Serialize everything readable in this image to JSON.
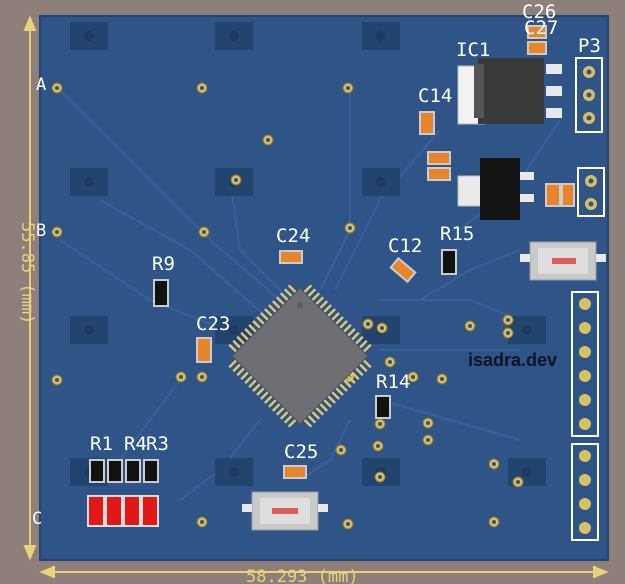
{
  "board": {
    "watermark": "isadra.dev",
    "dimension_width": "58.293 (mm)",
    "dimension_height": "55.85 (mm)",
    "edge_letters": {
      "top": "A",
      "middle": "B",
      "bottom": "C"
    }
  },
  "designators": {
    "ic1": "IC1",
    "p3": "P3",
    "c26": "C26",
    "c27": "C27",
    "c14": "C14",
    "c12": "C12",
    "c24": "C24",
    "c23": "C23",
    "c25": "C25",
    "r9": "R9",
    "r15": "R15",
    "r14": "R14",
    "r1": "R1",
    "r4": "R4",
    "r3": "R3"
  },
  "colors": {
    "pcb": "#2e5488",
    "pcb_edge": "#244471",
    "silk": "#ffffff",
    "dimension": "#e8d27a",
    "pad": "#d9bf62",
    "cap_body": "#e8842a",
    "led_red": "#e01818",
    "chip": "#6f6f73"
  }
}
